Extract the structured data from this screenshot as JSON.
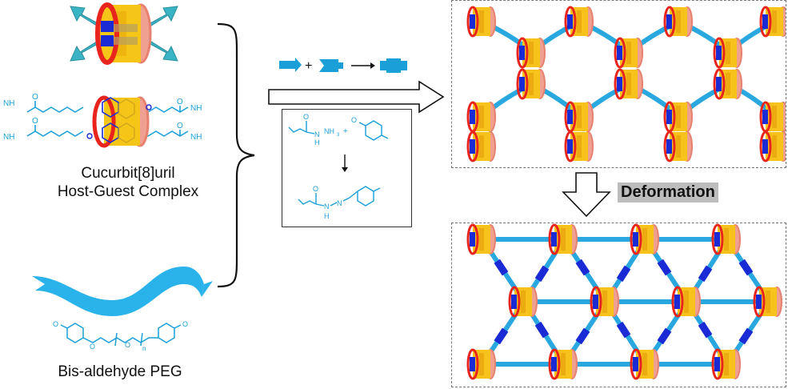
{
  "labels": {
    "cb8_line1": "Cucurbit[8]uril",
    "cb8_line2": "Host-Guest Complex",
    "peg": "Bis-aldehyde PEG",
    "deformation": "Deformation"
  },
  "chem": {
    "nh3": "NH",
    "nh3_sub": "3",
    "plus": "+",
    "n": "N",
    "h": "H",
    "o": "O",
    "repeat_n": "n"
  },
  "colors": {
    "strand": "#29a8e0",
    "strand_dark": "#1565c0",
    "ring_red": "#e8241d",
    "ring_yellow": "#f7c21b",
    "guest_blue": "#1a2bd6",
    "arrow_teal": "#3ab4c4"
  }
}
